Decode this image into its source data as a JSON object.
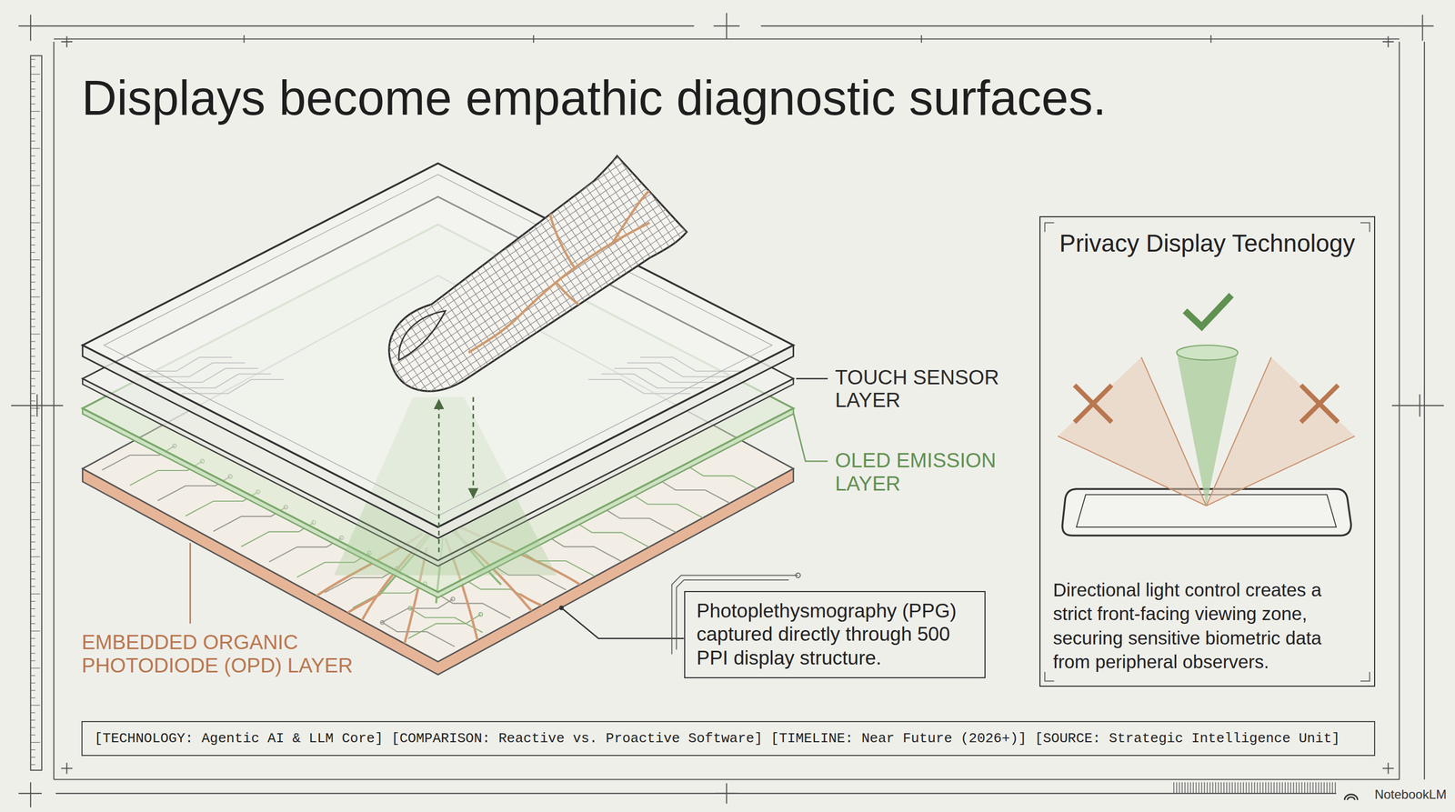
{
  "diagram": {
    "title": "Displays become empathic diagnostic surfaces.",
    "nodes": [
      {
        "text": [
          "Privacy Display Technology",
          "Directional light control creates a strict front-facing viewing zone, securing sensitive biometric data from peripheral observers."
        ]
      },
      {
        "text": [
          "Photoplethysmography (PPG) captured directly through 500 PPI display structure."
        ]
      },
      {
        "text": [
          "[TECHNOLOGY: Agentic AI & LLM Core] [COMPARISON: Reactive vs. Proactive Software] [TIMELINE: Near Future (2026+)] [SOURCE: Strategic Intelligence Unit]"
        ]
      }
    ],
    "labels": [
      "TOUCH SENSOR LAYER",
      "OLED EMISSION LAYER",
      "EMBEDDED ORGANIC PHOTODIODE (OPD) LAYER",
      "NotebookLM"
    ]
  }
}
